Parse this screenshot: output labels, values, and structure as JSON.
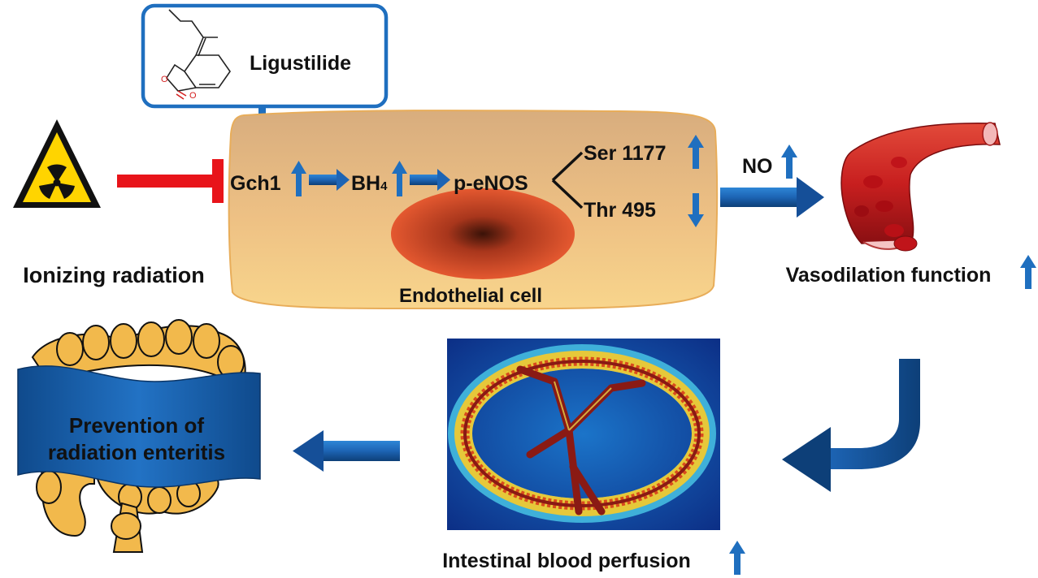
{
  "compound": {
    "name": "Ligustilide"
  },
  "stressor": {
    "label": "Ionizing radiation"
  },
  "cell": {
    "label": "Endothelial cell"
  },
  "pathway": {
    "gch1": "Gch1",
    "bh4_main": "BH",
    "bh4_sub": "4",
    "enos": "p-eNOS",
    "ser": "Ser 1177",
    "thr": "Thr 495"
  },
  "no_label": "NO",
  "vaso_label": "Vasodilation function",
  "perfusion_label": "Intestinal blood perfusion",
  "banner": {
    "line1": "Prevention  of",
    "line2": "radiation enteritis"
  },
  "colors": {
    "arrow_blue": "#1f6fbf",
    "arrow_dark": "#0d3f78",
    "inhibit_red": "#e8141a",
    "cell_fill": "#f2c27a",
    "nucleus": "#e8522a",
    "banner_blue": "#1a5da6",
    "intestine": "#f2b94c"
  },
  "icons": [
    "radiation-hazard-icon",
    "blood-vessel-icon",
    "intestine-icon",
    "perfusion-image"
  ]
}
